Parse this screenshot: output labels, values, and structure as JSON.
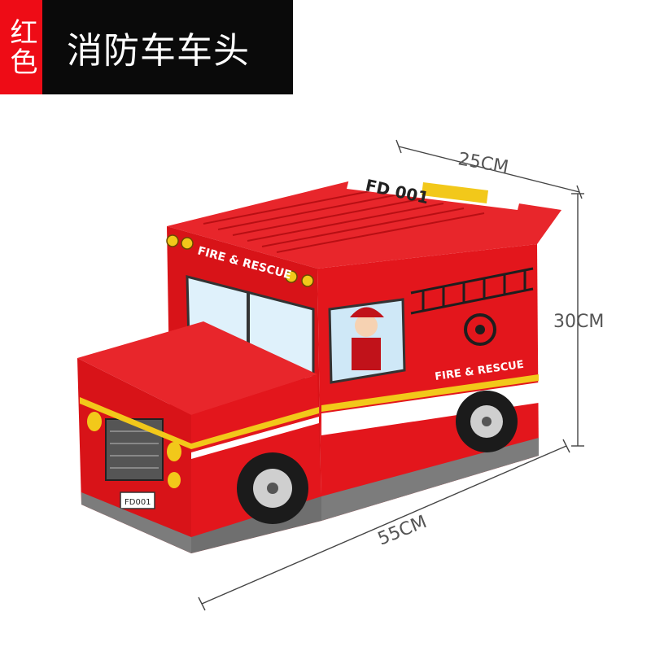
{
  "banner": {
    "color_label": "红色",
    "title": "消防车车头"
  },
  "dimensions": {
    "depth": "25CM",
    "height": "30CM",
    "length": "55CM"
  },
  "truck": {
    "roof_plate": "FD 001",
    "front_plate": "FD001",
    "side_text_top": "FIRE & RESCUE",
    "side_text_bottom": "FIRE & RESCUE"
  },
  "colors": {
    "tag_red": "#ee0c16",
    "title_bg": "#0a0a0a",
    "truck_red": "#e3161c",
    "stripe_yellow": "#f2c81a"
  }
}
